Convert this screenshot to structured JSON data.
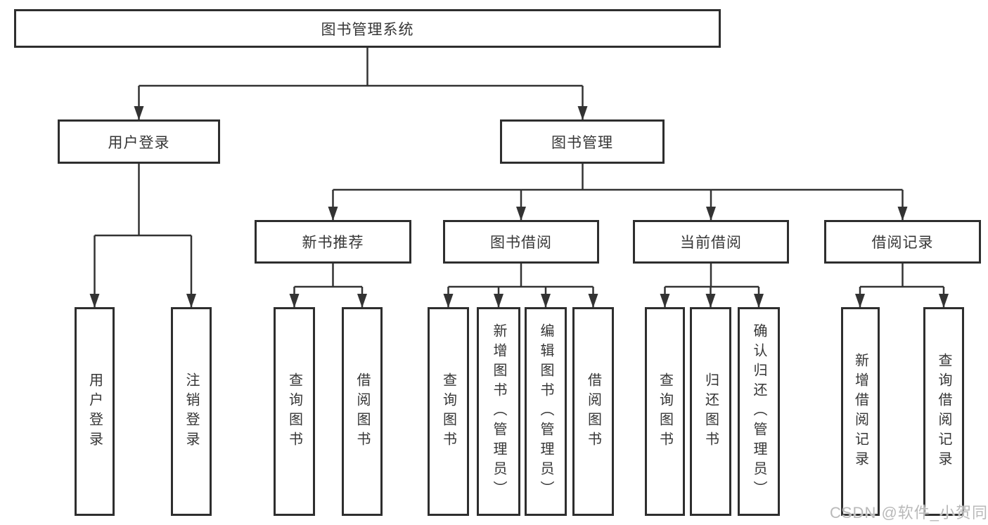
{
  "diagram": {
    "root": "图书管理系统",
    "level1": [
      "用户登录",
      "图书管理"
    ],
    "level2": [
      "新书推荐",
      "图书借阅",
      "当前借阅",
      "借阅记录"
    ],
    "leaves": {
      "user_login": [
        "用户登录",
        "注销登录"
      ],
      "new_book_rec": [
        "查询图书",
        "借阅图书"
      ],
      "book_borrow": [
        "查询图书",
        "新增图书（管理员）",
        "编辑图书（管理员）",
        "借阅图书"
      ],
      "current_borrow": [
        "查询图书",
        "归还图书",
        "确认归还（管理员）"
      ],
      "borrow_records": [
        "新增借阅记录",
        "查询借阅记录"
      ]
    }
  },
  "colors": {
    "line": "#333333",
    "border": "#2e2e2e",
    "text": "#363636",
    "watermark": "#b9b9b9"
  },
  "watermark": "CSDN @软件_小贺同学"
}
